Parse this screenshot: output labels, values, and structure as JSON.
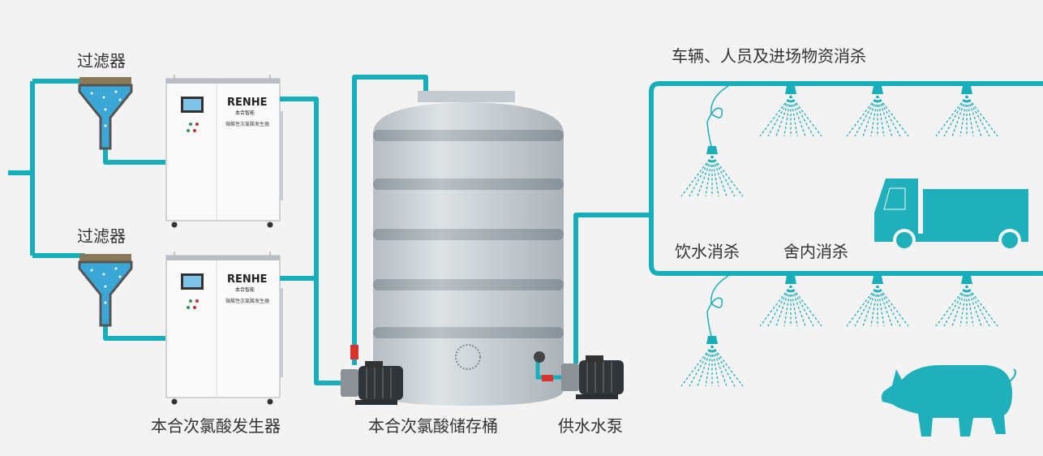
{
  "labels": {
    "filter_top": "过滤器",
    "filter_bottom": "过滤器",
    "generator": "本合次氯酸发生器",
    "tank": "本合次氯酸储存桶",
    "pump": "供水水泵",
    "vehicle_disinfection": "车辆、人员及进场物资消杀",
    "drinking_water": "饮水消杀",
    "barn_disinfection": "舍内消杀"
  },
  "device": {
    "brand_logo": "RENHE",
    "brand_cn": "本合智能",
    "device_name": "微酸性次氯酸发生器"
  },
  "colors": {
    "background": "#f3f3f3",
    "pipe_teal": "#17aebb",
    "text": "#333333"
  },
  "icons": [
    "filter-icon",
    "generator-icon",
    "storage-tank-icon",
    "water-pump-icon",
    "sprinkler-icon",
    "truck-icon",
    "pig-icon"
  ]
}
